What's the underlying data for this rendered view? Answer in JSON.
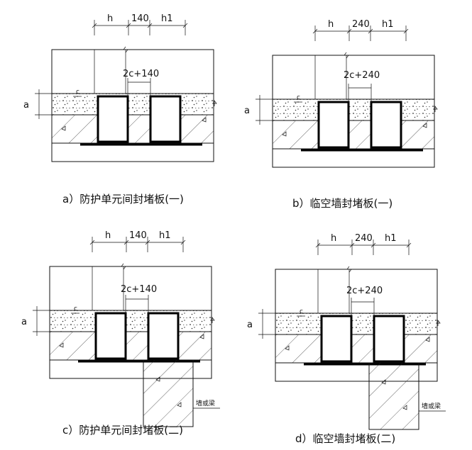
{
  "panels": [
    {
      "id": "a",
      "caption": "a）防护单元间封堵板(一)",
      "dims": [
        "h",
        "140",
        "h1"
      ],
      "gap_label": "2c+140",
      "side_a": "a",
      "side_c": "c",
      "beam_label": ""
    },
    {
      "id": "b",
      "caption": "b）临空墙封堵板(一)",
      "dims": [
        "h",
        "240",
        "h1"
      ],
      "gap_label": "2c+240",
      "side_a": "a",
      "side_c": "c",
      "beam_label": ""
    },
    {
      "id": "c",
      "caption": "c）防护单元间封堵板(二)",
      "dims": [
        "h",
        "140",
        "h1"
      ],
      "gap_label": "2c+140",
      "side_a": "a",
      "side_c": "c",
      "beam_label": "墙或梁"
    },
    {
      "id": "d",
      "caption": "d）临空墙封堵板(二)",
      "dims": [
        "h",
        "240",
        "h1"
      ],
      "gap_label": "2c+240",
      "side_a": "a",
      "side_c": "c",
      "beam_label": "墙或梁"
    }
  ]
}
